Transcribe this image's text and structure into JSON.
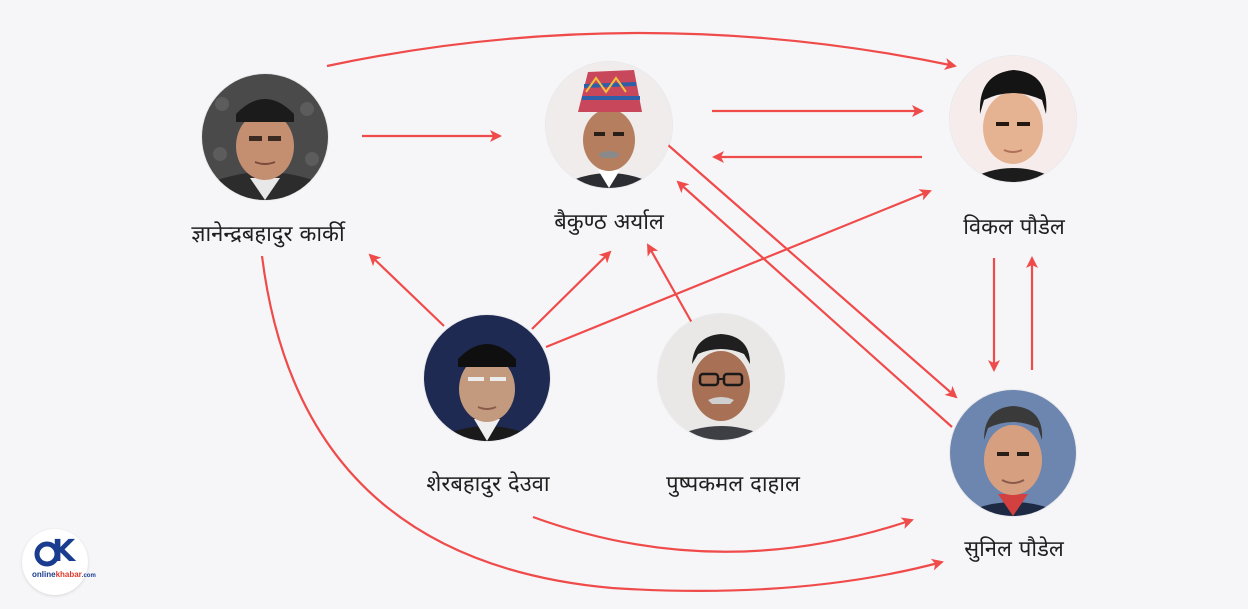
{
  "people": {
    "karki": {
      "name": "ज्ञानेन्द्रबहादुर कार्की"
    },
    "aryal": {
      "name": "बैकुण्ठ अर्याल"
    },
    "bikal": {
      "name": "विकल पौडेल"
    },
    "deuba": {
      "name": "शेरबहादुर देउवा"
    },
    "dahal": {
      "name": "पुष्पकमल दाहाल"
    },
    "sunil": {
      "name": "सुनिल पौडेल"
    }
  },
  "logo": {
    "primary": "online",
    "accent": "khabar",
    "suffix": ".com"
  },
  "colors": {
    "arrow": "#f04b4b",
    "background": "#f6f6f8",
    "brand_blue": "#1a3c8f",
    "brand_red": "#e03a2f"
  }
}
